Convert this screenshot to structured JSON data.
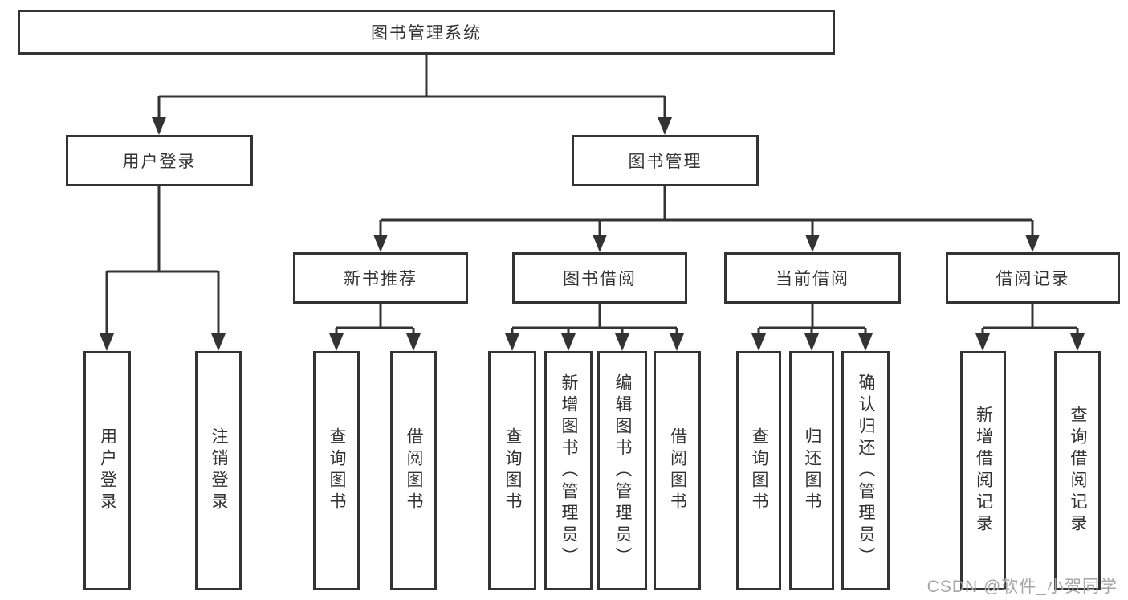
{
  "diagram_type": "functional-structure-tree",
  "hierarchy": {
    "label": "图书管理系统",
    "children": [
      {
        "label": "用户登录",
        "children": [
          {
            "label": "用户登录"
          },
          {
            "label": "注销登录"
          }
        ]
      },
      {
        "label": "图书管理",
        "children": [
          {
            "label": "新书推荐",
            "children": [
              {
                "label": "查询图书"
              },
              {
                "label": "借阅图书"
              }
            ]
          },
          {
            "label": "图书借阅",
            "children": [
              {
                "label": "查询图书"
              },
              {
                "label": "新增图书（管理员）"
              },
              {
                "label": "编辑图书（管理员）"
              },
              {
                "label": "借阅图书"
              }
            ]
          },
          {
            "label": "当前借阅",
            "children": [
              {
                "label": "查询图书"
              },
              {
                "label": "归还图书"
              },
              {
                "label": "确认归还（管理员）"
              }
            ]
          },
          {
            "label": "借阅记录",
            "children": [
              {
                "label": "新增借阅记录"
              },
              {
                "label": "查询借阅记录"
              }
            ]
          }
        ]
      }
    ]
  },
  "watermark": "CSDN @软件_小贺同学",
  "colors": {
    "line": "#333333",
    "box_border": "#333333",
    "text": "#333333",
    "watermark": "#a6a6a6",
    "background": "#ffffff"
  }
}
